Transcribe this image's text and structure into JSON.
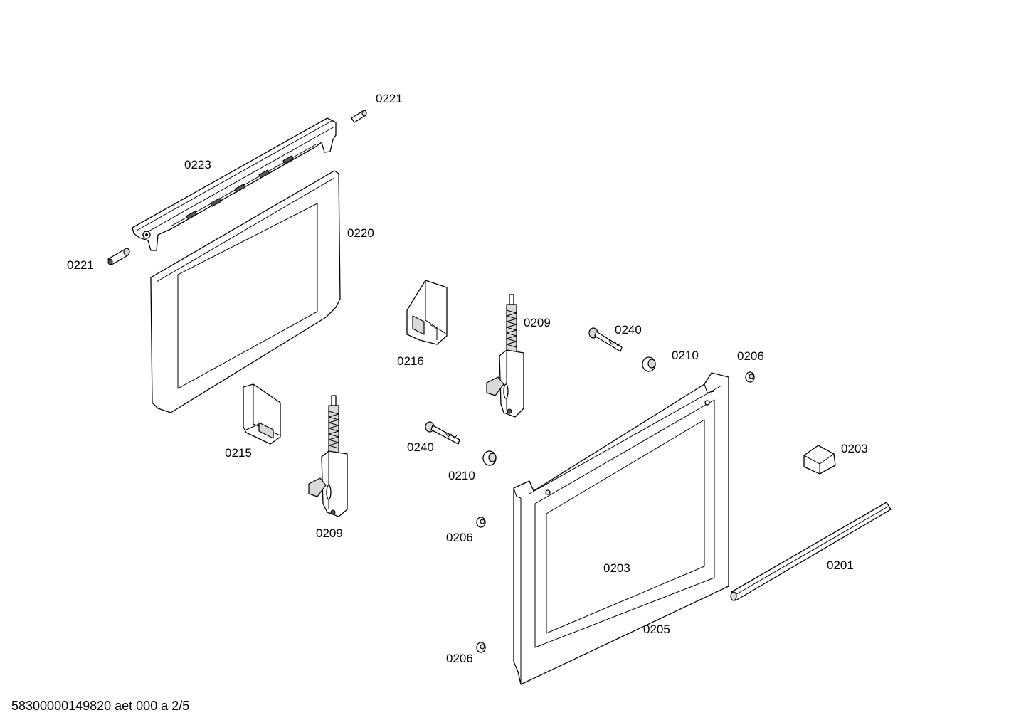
{
  "labels": {
    "p0221_top": "0221",
    "p0223": "0223",
    "p0220": "0220",
    "p0221_left": "0221",
    "p0216": "0216",
    "p0209_upper": "0209",
    "p0240_upper": "0240",
    "p0210_upper": "0210",
    "p0206_upper": "0206",
    "p0215": "0215",
    "p0240_lower": "0240",
    "p0210_lower": "0210",
    "p0203_right": "0203",
    "p0209_lower": "0209",
    "p0206_mid": "0206",
    "p0203_center": "0203",
    "p0201": "0201",
    "p0205": "0205",
    "p0206_bottom": "0206"
  },
  "footer": "58300000149820 aet 000 a 2/5"
}
